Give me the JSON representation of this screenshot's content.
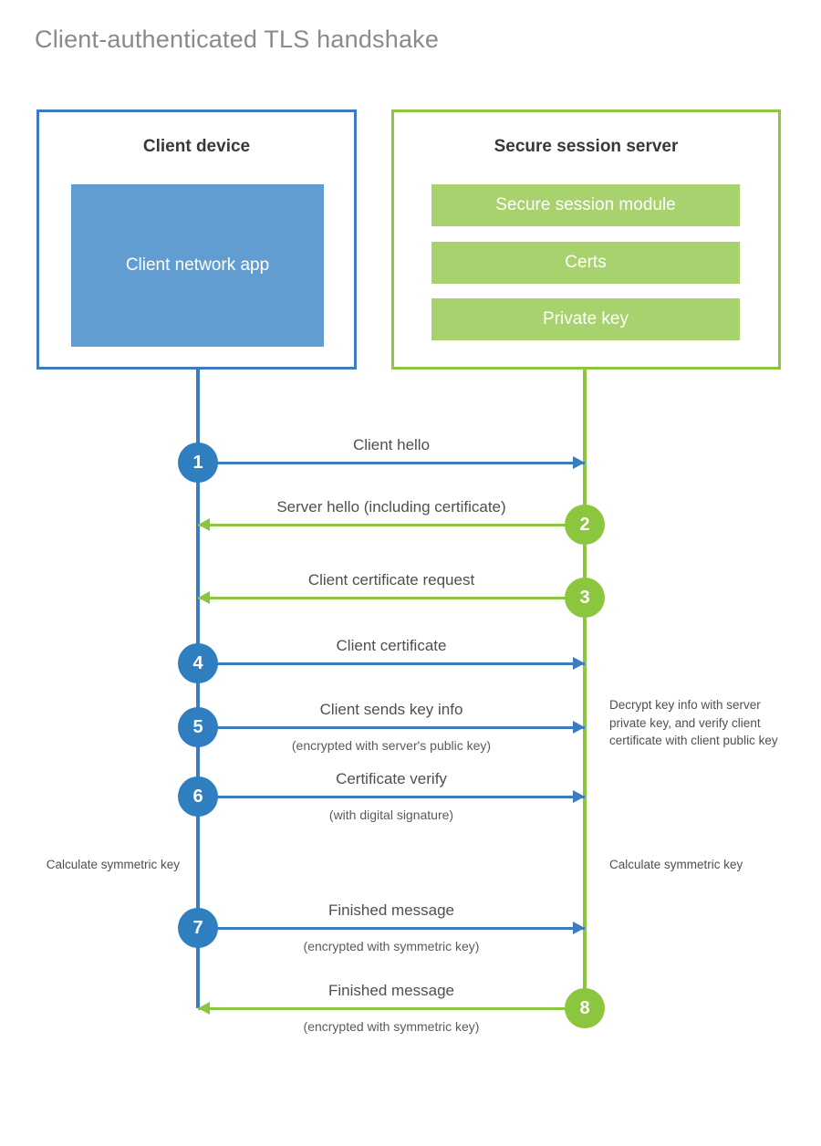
{
  "title": "Client-authenticated TLS handshake",
  "colors": {
    "client_blue": "#3b7cbf",
    "client_circle_blue": "#2f7ec0",
    "client_app_fill": "#629dd1",
    "server_green": "#8cc63e",
    "server_bar_fill": "#a8d26d",
    "title_gray": "#8a8a8a",
    "label_gray": "#4f4f4f",
    "background": "#ffffff"
  },
  "client": {
    "title": "Client device",
    "app_label": "Client network app"
  },
  "server": {
    "title": "Secure session server",
    "components": [
      {
        "label": "Secure session module"
      },
      {
        "label": "Certs"
      },
      {
        "label": "Private key"
      }
    ]
  },
  "messages": [
    {
      "step": "1",
      "label": "Client hello",
      "sublabel": "",
      "direction": "to-server",
      "origin": "client"
    },
    {
      "step": "2",
      "label": "Server hello (including certificate)",
      "sublabel": "",
      "direction": "to-client",
      "origin": "server"
    },
    {
      "step": "3",
      "label": "Client certificate request",
      "sublabel": "",
      "direction": "to-client",
      "origin": "server"
    },
    {
      "step": "4",
      "label": "Client certificate",
      "sublabel": "",
      "direction": "to-server",
      "origin": "client"
    },
    {
      "step": "5",
      "label": "Client sends key info",
      "sublabel": "(encrypted with server's public key)",
      "direction": "to-server",
      "origin": "client"
    },
    {
      "step": "6",
      "label": "Certificate verify",
      "sublabel": "(with digital signature)",
      "direction": "to-server",
      "origin": "client"
    },
    {
      "step": "7",
      "label": "Finished message",
      "sublabel": "(encrypted with symmetric key)",
      "direction": "to-server",
      "origin": "client"
    },
    {
      "step": "8",
      "label": "Finished message",
      "sublabel": "(encrypted with symmetric key)",
      "direction": "to-client",
      "origin": "server"
    }
  ],
  "notes": {
    "server_decrypt": "Decrypt key info with server private key, and verify client certificate with client public key",
    "client_calculate": "Calculate symmetric key",
    "server_calculate": "Calculate symmetric key"
  }
}
